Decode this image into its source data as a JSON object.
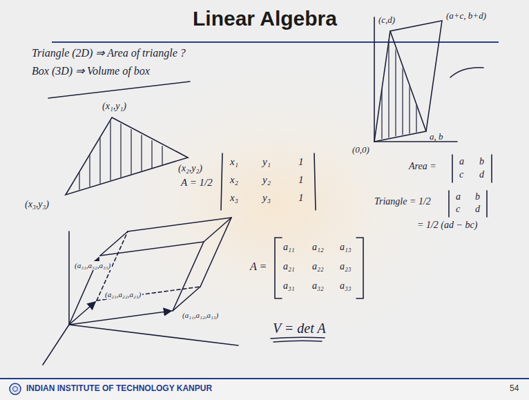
{
  "diagram": {
    "title": "Linear Algebra",
    "labels": [
      "Triangle (2D) ⇒ Area of triangle ?",
      "Box (3D) ⇒ Volume of box",
      "(x₁,y₁)",
      "(x₂,y₂)",
      "(x₃,y₃)",
      "A = 1/2",
      "x₁",
      "y₁",
      "1",
      "x₂",
      "y₂",
      "1",
      "x₃",
      "y₃",
      "1",
      "(a₃₁,a₃₂,a₃₃)",
      "(a₂₁,a₂₂,a₂₃)",
      "(a₁₁,a₁₂,a₁₃)",
      "A =",
      "a₁₁",
      "a₁₂",
      "a₁₃",
      "a₂₁",
      "a₂₂",
      "a₂₃",
      "a₃₁",
      "a₃₂",
      "a₃₃",
      "V = det A",
      "(c,d)",
      "(a+c, b+d)",
      "a, b",
      "(0,0)",
      "Area =",
      "a",
      "b",
      "c",
      "d",
      "Triangle = 1/2",
      "a",
      "b",
      "c",
      "d",
      "= 1/2 (ad − bc)",
      "INDIAN INSTITUTE OF TECHNOLOGY KANPUR",
      "54"
    ]
  }
}
